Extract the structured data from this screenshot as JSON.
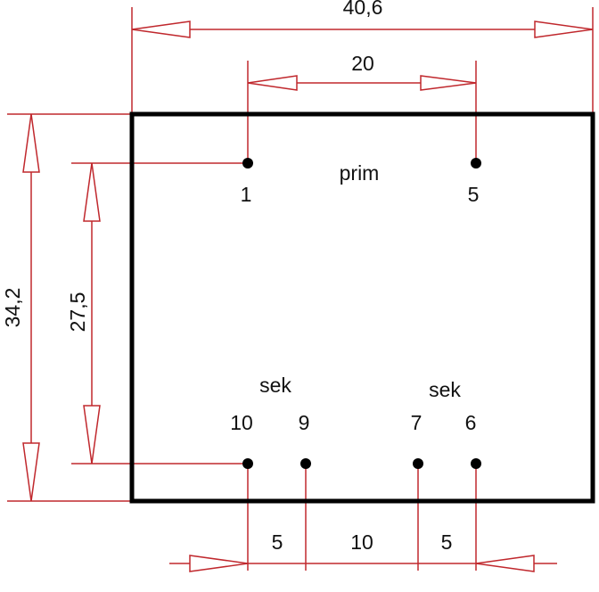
{
  "colors": {
    "dimension": "#c0282d",
    "outline": "#000000",
    "background": "#ffffff"
  },
  "dimensions": {
    "width_total": "40,6",
    "prim_spacing": "20",
    "height_total": "34,2",
    "pin_row_spacing": "27,5",
    "sec_spacing_left": "5",
    "sec_spacing_middle": "10",
    "sec_spacing_right": "5"
  },
  "labels": {
    "prim": "prim",
    "sek_left": "sek",
    "sek_right": "sek"
  },
  "pins": {
    "p1": "1",
    "p5": "5",
    "p10": "10",
    "p9": "9",
    "p7": "7",
    "p6": "6"
  }
}
